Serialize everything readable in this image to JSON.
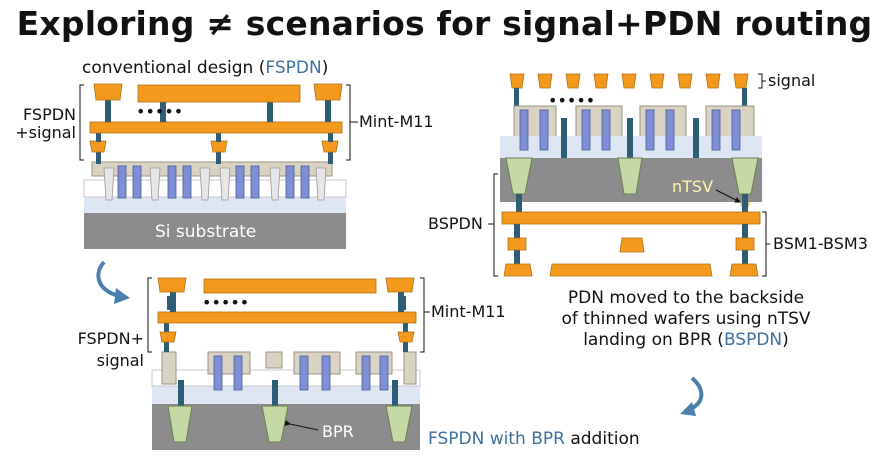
{
  "title": "Exploring ≠ scenarios for signal+PDN routing",
  "conventional": {
    "caption_prefix": "conventional design (",
    "caption_highlight": "FSPDN",
    "caption_suffix": ")",
    "side_label_line1": "FSPDN",
    "side_label_line2": "+signal",
    "metal_label": "Mint-M11",
    "substrate_label": "Si substrate",
    "dots": "•••••"
  },
  "bpr_design": {
    "side_label_line1": "FSPDN+",
    "side_label_line2": "signal",
    "metal_label": "Mint-M11",
    "bpr_label": "BPR",
    "dots": "•••••",
    "caption_highlight": "FSPDN with BPR",
    "caption_suffix": " addition"
  },
  "bspdn_design": {
    "signal_label": "signal",
    "ntsv_label": "nTSV",
    "side_label": "BSPDN",
    "backside_metal_label": "BSM1-BSM3",
    "dots": "•••••",
    "caption_line1": "PDN moved to the backside",
    "caption_line2": "of thinned wafers using nTSV",
    "caption_line3_prefix": "landing on BPR (",
    "caption_line3_highlight": "BSPDN",
    "caption_line3_suffix": ")"
  },
  "colors": {
    "metal": "#f39a1e",
    "via": "#2f5d75",
    "gate": "#7e8fd6",
    "cap": "#d9d3c3",
    "oxide": "#dde6f2",
    "substrate": "#8c8c8c",
    "tsv": "#c5d9a6",
    "accent_text": "#3f6f9c"
  },
  "icons": [
    "curved-arrow-icon",
    "curved-arrow-icon"
  ]
}
